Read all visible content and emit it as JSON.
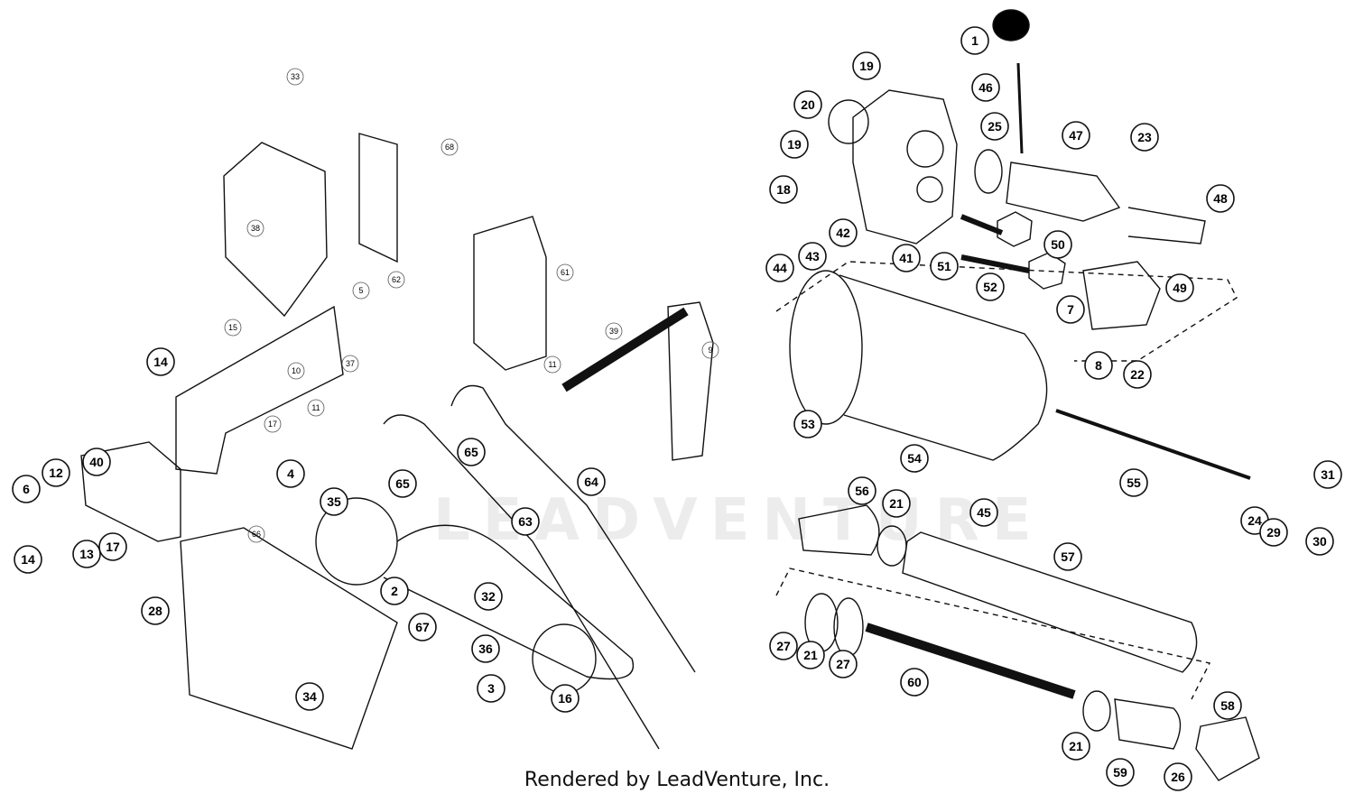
{
  "footer": "Rendered by LeadVenture, Inc.",
  "watermark": "LEADVENTURE",
  "callouts_circled": [
    "1",
    "19",
    "46",
    "20",
    "25",
    "47",
    "23",
    "19",
    "18",
    "48",
    "42",
    "43",
    "50",
    "44",
    "41",
    "51",
    "52",
    "7",
    "49",
    "8",
    "22",
    "53",
    "54",
    "55",
    "24",
    "29",
    "30",
    "31",
    "56",
    "21",
    "45",
    "57",
    "27",
    "21",
    "27",
    "60",
    "21",
    "59",
    "26",
    "58",
    "14",
    "6",
    "12",
    "40",
    "14",
    "13",
    "17",
    "4",
    "35",
    "65",
    "65",
    "64",
    "63",
    "2",
    "32",
    "67",
    "28",
    "36",
    "3",
    "16",
    "34",
    "28"
  ],
  "callouts_plain": [
    "33",
    "38",
    "68",
    "5",
    "62",
    "61",
    "15",
    "10",
    "37",
    "9",
    "39",
    "11",
    "17",
    "11",
    "66"
  ],
  "icons": [
    "pump-assembly",
    "hydraulic-cylinder",
    "bracket-assembly",
    "v-belt",
    "pulley"
  ]
}
